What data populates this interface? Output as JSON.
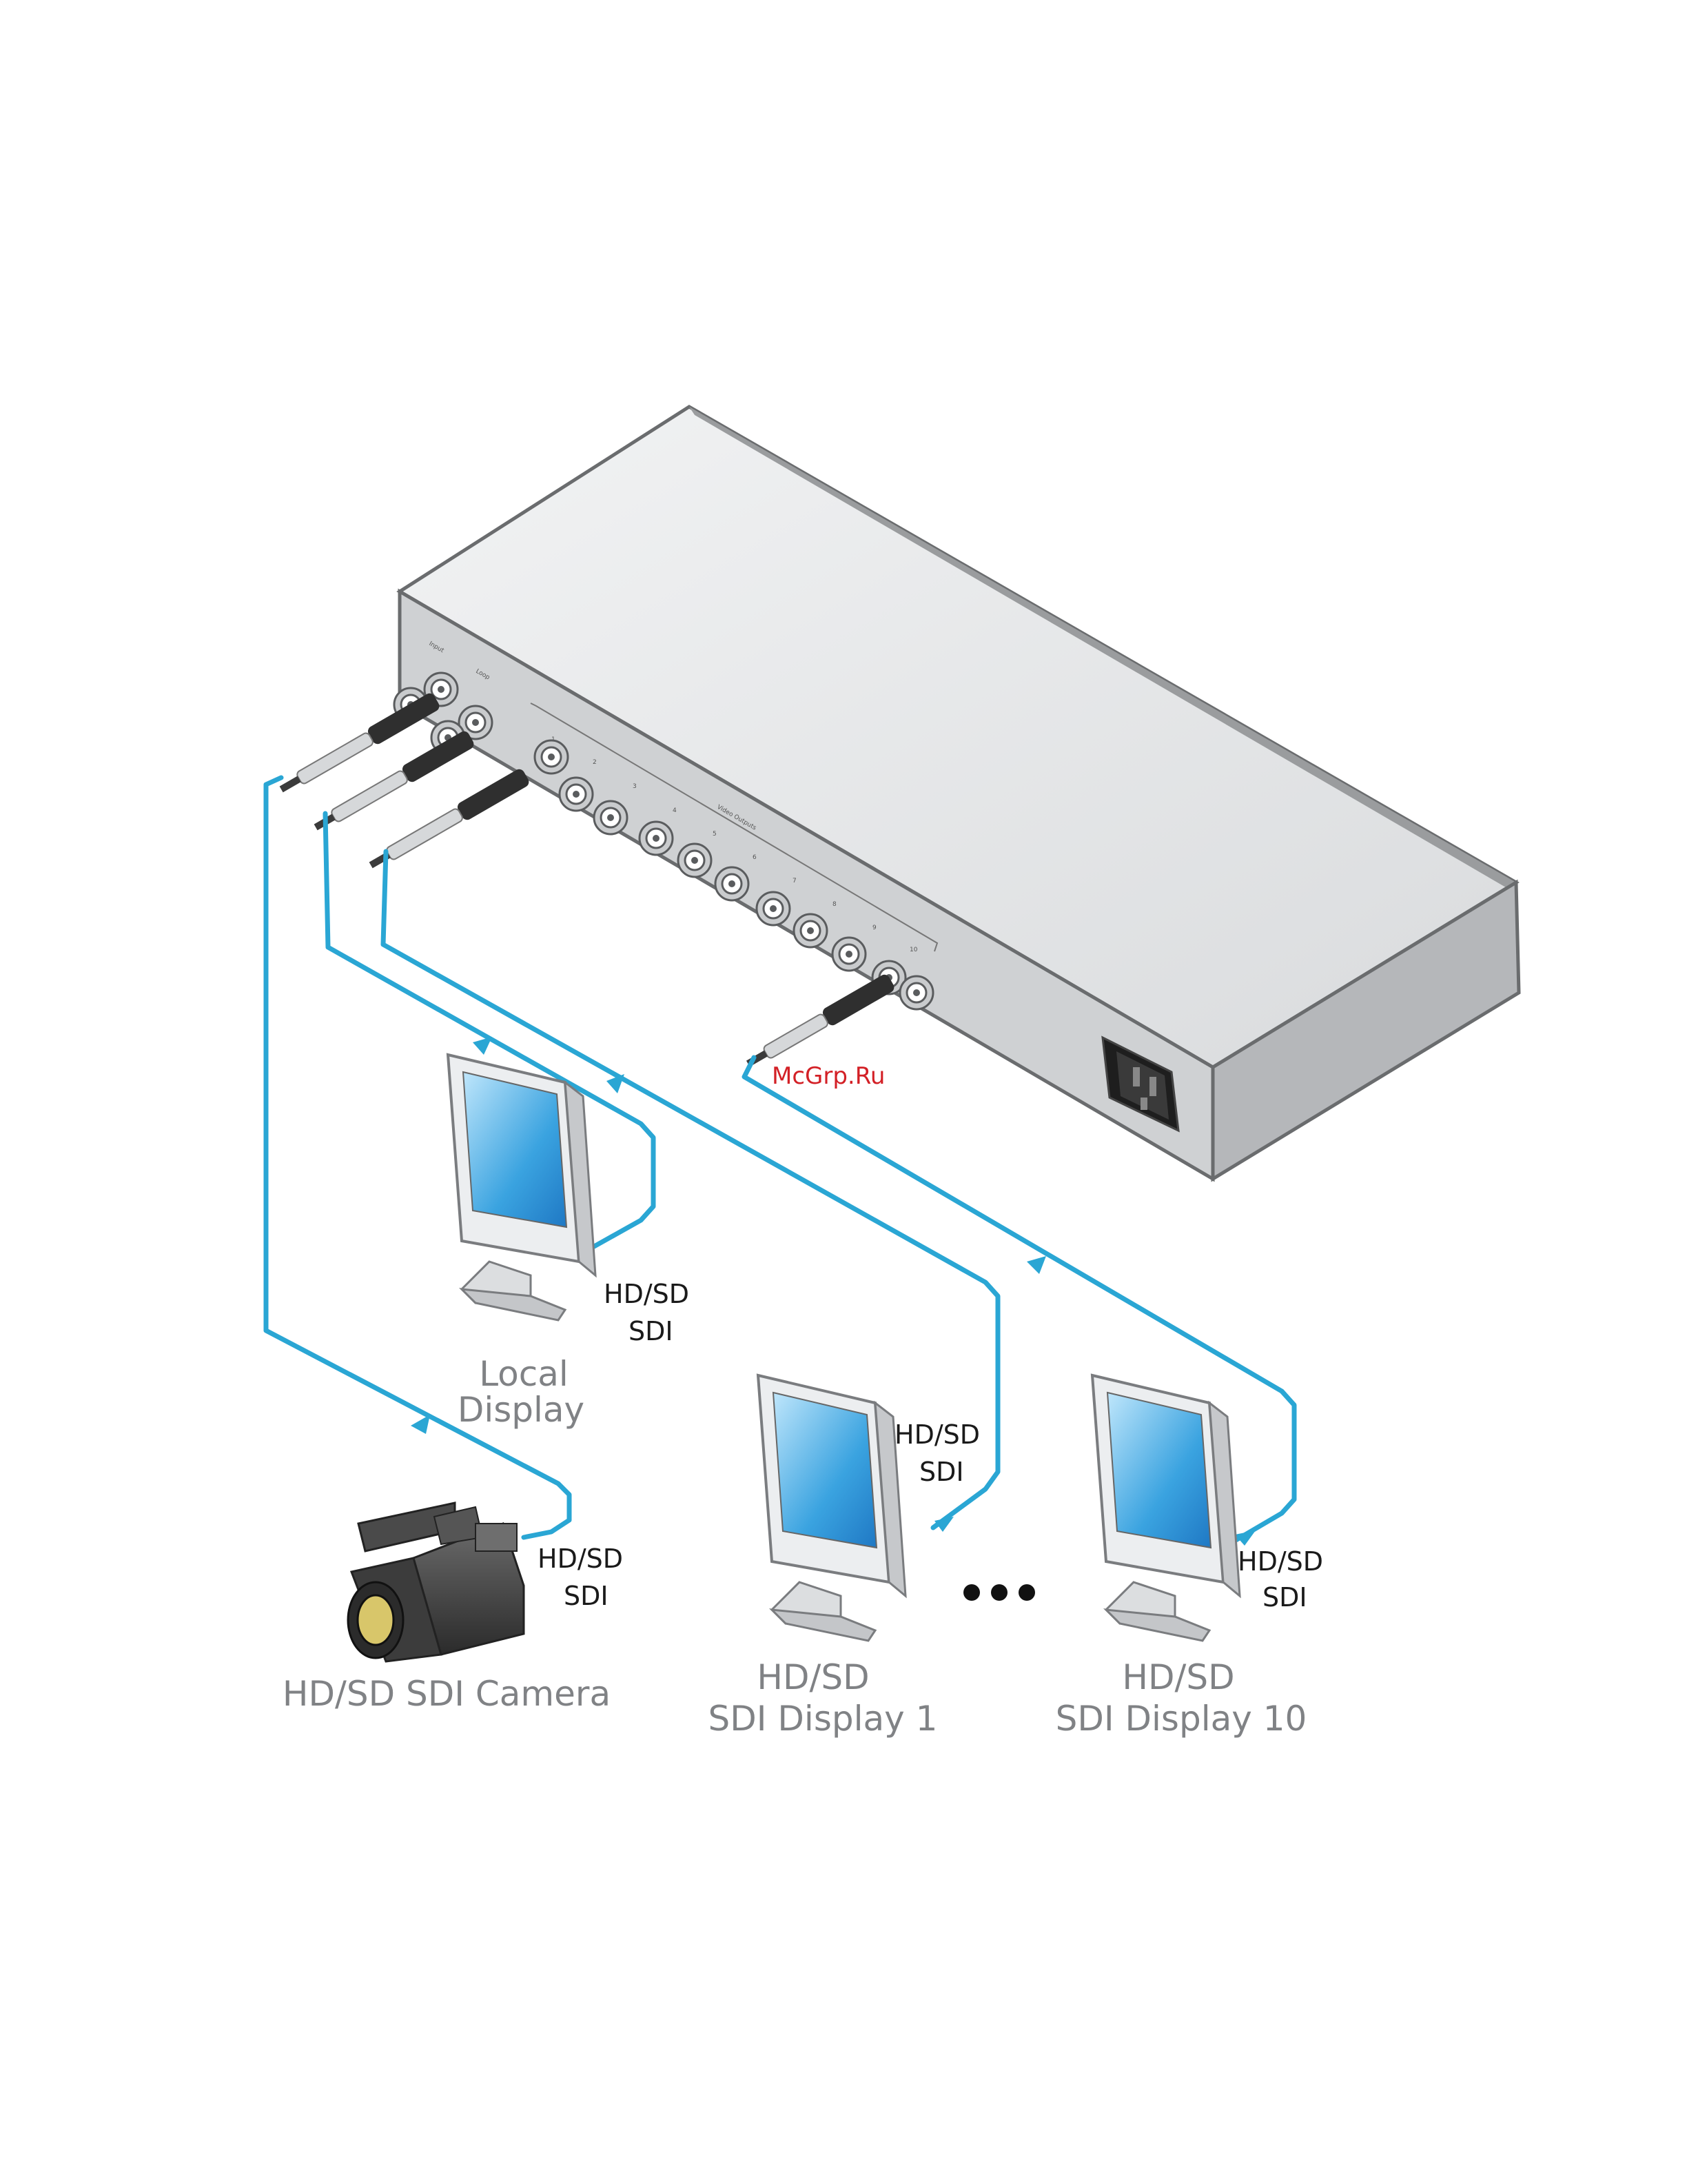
{
  "device": {
    "panel_labels": [
      "Input",
      "Loop",
      "Video Outputs"
    ],
    "output_numbers": [
      "1",
      "2",
      "3",
      "4",
      "5",
      "6",
      "7",
      "8",
      "9",
      "10"
    ]
  },
  "labels": {
    "signal": "HD/SD",
    "signal2": "SDI",
    "local_display_1": "Local",
    "local_display_2": "Display",
    "camera": "HD/SD SDI Camera",
    "display1_line1": "HD/SD",
    "display1_line2": "SDI Display 1",
    "display10_line1": "HD/SD",
    "display10_line2": "SDI Display 10"
  },
  "watermark": "McGrp.Ru",
  "colors": {
    "cable": "#2aa6d4",
    "device_body": "#e3e4e6",
    "caption": "#808285",
    "watermark": "#d32026"
  },
  "icons": [
    "camera-icon",
    "monitor-icon",
    "bnc-connector-icon",
    "power-socket-icon",
    "ellipsis-icon"
  ]
}
